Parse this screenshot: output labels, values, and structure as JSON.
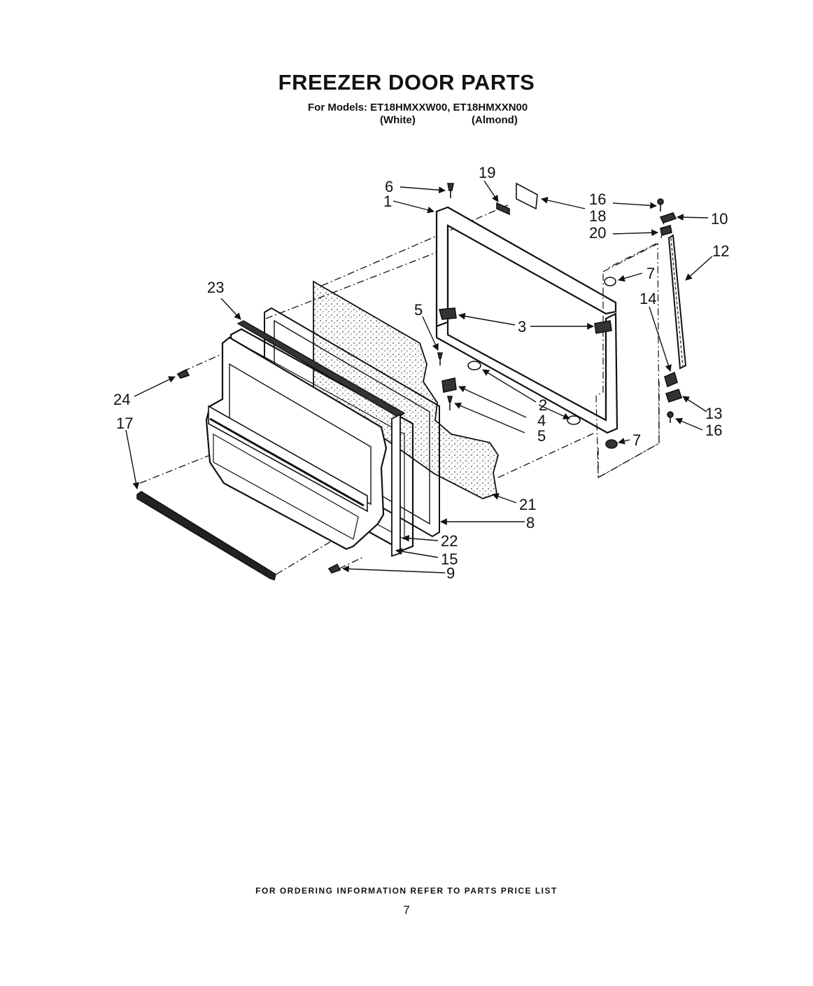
{
  "header": {
    "title": "FREEZER DOOR PARTS",
    "models_line": "For Models: ET18HMXXW00, ET18HMXXN00",
    "variant_white": "(White)",
    "variant_almond": "(Almond)"
  },
  "callouts": [
    "1",
    "2",
    "3",
    "4",
    "5",
    "5",
    "6",
    "7",
    "7",
    "8",
    "9",
    "10",
    "12",
    "13",
    "14",
    "15",
    "16",
    "16",
    "17",
    "18",
    "19",
    "20",
    "21",
    "22",
    "23",
    "24"
  ],
  "footer": {
    "ordering_note": "FOR ORDERING INFORMATION REFER TO PARTS PRICE LIST",
    "page_number": "7"
  },
  "colors": {
    "ink": "#111111",
    "paper": "#ffffff"
  }
}
